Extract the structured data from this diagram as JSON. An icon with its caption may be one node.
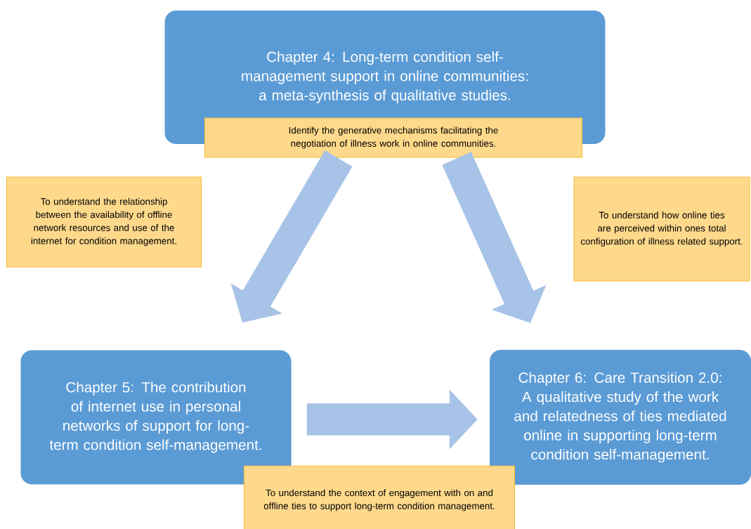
{
  "diagram": {
    "nodes": [
      {
        "text": [
          "Chapter 4: Long-term condition self-management support in online communities: a meta-synthesis of qualitative studies."
        ]
      },
      {
        "text": [
          "Identify the generative mechanisms facilitating the negotiation of illness work in online communities."
        ]
      },
      {
        "text": [
          "To understand the relationship between the availability of offline network resources and use of the internet for condition management."
        ]
      },
      {
        "text": [
          "To understand how online ties are perceived within ones total configuration of illness related support."
        ]
      },
      {
        "text": [
          "Chapter 5: The contribution of internet use in personal networks of support for long-term condition self-management."
        ]
      },
      {
        "text": [
          "Chapter 6: Care Transition 2.0: A qualitative study of the work and relatedness of ties mediated online in supporting long-term condition self-management."
        ]
      },
      {
        "text": [
          "To understand the context of engagement with on and offline ties to support long-term condition management."
        ]
      }
    ],
    "edges": [
      {
        "from": 1,
        "to": 4,
        "arrow": "to"
      },
      {
        "from": 1,
        "to": 5,
        "arrow": "to"
      },
      {
        "from": 4,
        "to": 5,
        "arrow": "to"
      }
    ]
  }
}
